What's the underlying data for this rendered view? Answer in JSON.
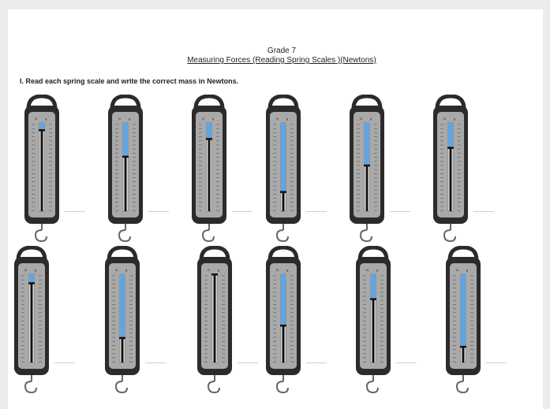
{
  "header": {
    "grade": "Grade 7",
    "subtitle": "Measuring Forces (Reading Spring Scales )(Newtons)"
  },
  "instruction": "I. Read each spring scale and write the correct mass in Newtons.",
  "scale_labels": {
    "newton": "N",
    "gram": "g"
  },
  "colors": {
    "body": "#2b2b2b",
    "face": "#a9a9a9",
    "fill": "#5ea6e6",
    "rod": "#111111"
  },
  "scales": [
    {
      "row": 1,
      "fill_fraction": 0.08
    },
    {
      "row": 1,
      "fill_fraction": 0.38
    },
    {
      "row": 1,
      "fill_fraction": 0.18
    },
    {
      "row": 1,
      "fill_fraction": 0.78
    },
    {
      "row": 1,
      "fill_fraction": 0.48
    },
    {
      "row": 1,
      "fill_fraction": 0.28
    },
    {
      "row": 2,
      "fill_fraction": 0.1
    },
    {
      "row": 2,
      "fill_fraction": 0.72
    },
    {
      "row": 2,
      "fill_fraction": 0.0
    },
    {
      "row": 2,
      "fill_fraction": 0.58
    },
    {
      "row": 2,
      "fill_fraction": 0.28
    },
    {
      "row": 2,
      "fill_fraction": 0.82
    }
  ]
}
